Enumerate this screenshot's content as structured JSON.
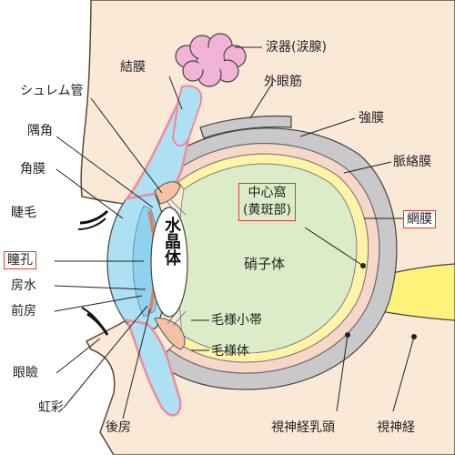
{
  "diagram": {
    "labels": {
      "lacrimal_gland": "涙器(涙腺)",
      "conjunctiva": "結膜",
      "extraocular_muscle": "外眼筋",
      "schlemm_canal": "シュレム管",
      "sclera": "強膜",
      "angle": "隅角",
      "choroid": "脈絡膜",
      "cornea": "角膜",
      "fovea_line1": "中心窩",
      "fovea_line2": "(黄斑部)",
      "eyelash": "睫毛",
      "retina": "網膜",
      "pupil": "瞳孔",
      "lens": "水晶体",
      "vitreous": "硝子体",
      "aqueous": "房水",
      "anterior_chamber": "前房",
      "zonule": "毛様小帯",
      "ciliary_body": "毛様体",
      "eyelid": "眼瞼",
      "iris": "虹彩",
      "posterior_chamber": "後房",
      "optic_disc": "視神経乳頭",
      "optic_nerve": "視神経"
    },
    "highlighted": [
      "fovea",
      "retina",
      "pupil"
    ],
    "colors": {
      "skin": "#fbe9d8",
      "skin_outline": "#5a4a3a",
      "sclera": "#c9c9c9",
      "choroid": "#f7d8c8",
      "retina": "#fff3a8",
      "vitreous": "#dcecc8",
      "cornea": "#aee0f4",
      "lens": "#ffffff",
      "gland": "#f2b3d6",
      "conjunctiva": "#f08a99",
      "optic_nerve": "#fff27a",
      "ciliary": "#f3c2a2",
      "highlight_box": "#e53935"
    }
  }
}
